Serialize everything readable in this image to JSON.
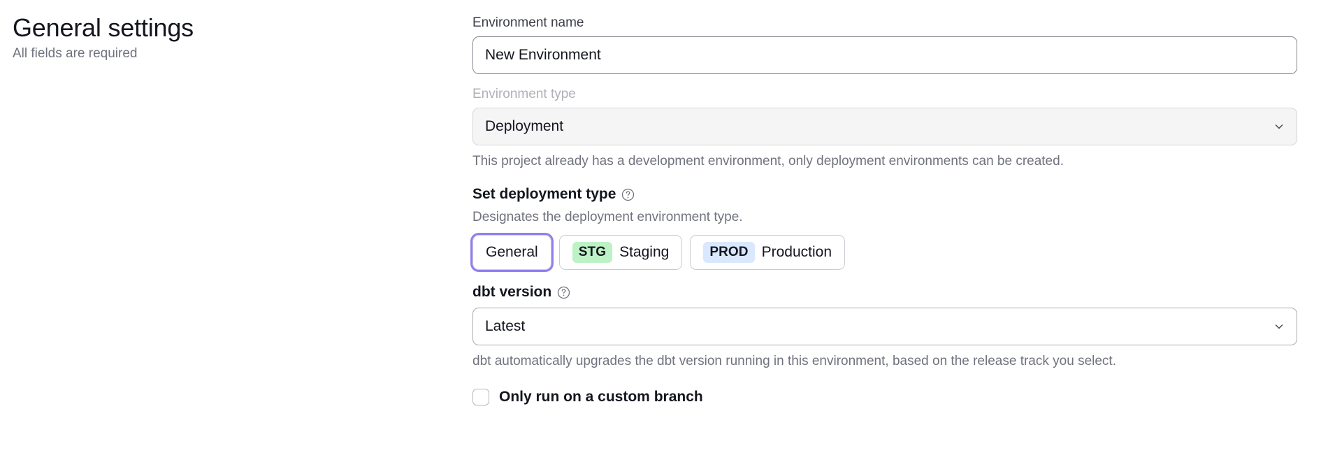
{
  "header": {
    "title": "General settings",
    "subtitle": "All fields are required"
  },
  "form": {
    "environment_name": {
      "label": "Environment name",
      "value": "New Environment",
      "placeholder": "Environment name"
    },
    "environment_type": {
      "label": "Environment type",
      "value": "Deployment",
      "disabled": true,
      "helper": "This project already has a development environment, only deployment environments can be created.",
      "chevron_icon": "chevron-down-icon"
    },
    "deployment_type": {
      "title": "Set deployment type",
      "help_icon": "question-circle-icon",
      "description": "Designates the deployment environment type.",
      "options": [
        {
          "label": "General",
          "badge": "",
          "badge_color": "",
          "selected": true
        },
        {
          "label": "Staging",
          "badge": "STG",
          "badge_color": "#bdf2c6",
          "selected": false
        },
        {
          "label": "Production",
          "badge": "PROD",
          "badge_color": "#d9e8fc",
          "selected": false
        }
      ]
    },
    "dbt_version": {
      "title": "dbt version",
      "help_icon": "question-circle-icon",
      "value": "Latest",
      "helper": "dbt automatically upgrades the dbt version running in this environment, based on the release track you select.",
      "chevron_icon": "chevron-down-icon"
    },
    "custom_branch": {
      "label": "Only run on a custom branch",
      "checked": false
    }
  },
  "colors": {
    "focus_ring": "#8f7ff0",
    "staging_badge": "#bdf2c6",
    "production_badge": "#d9e8fc",
    "muted_text": "#70737d",
    "disabled_label": "#aeb1b8"
  }
}
